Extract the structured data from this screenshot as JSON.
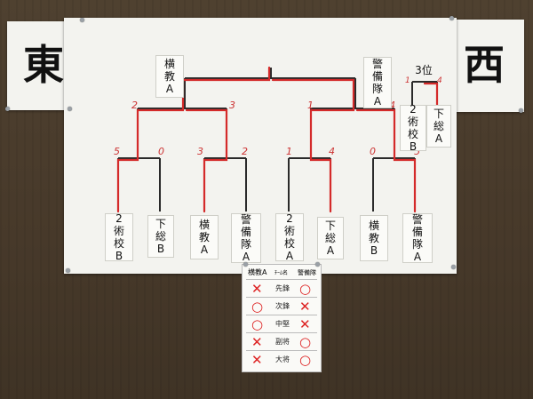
{
  "panels": {
    "east": "東",
    "west": "西"
  },
  "third_place": {
    "title": "3位",
    "left_score": "1",
    "right_score": "4",
    "team1": [
      "2",
      "術",
      "校",
      "B"
    ],
    "team2": [
      "下",
      "総",
      "A"
    ]
  },
  "final_teams": {
    "left": [
      "横",
      "教",
      "A"
    ],
    "right": [
      "警",
      "備",
      "隊",
      "A"
    ]
  },
  "semi_scores": [
    "2",
    "3",
    "1",
    "4"
  ],
  "quarter_scores": [
    "5",
    "0",
    "3",
    "2",
    "1",
    "4",
    "0",
    "5"
  ],
  "teams": [
    [
      "2",
      "術",
      "校",
      "B"
    ],
    [
      "下",
      "総",
      "B"
    ],
    [
      "横",
      "教",
      "A"
    ],
    [
      "警",
      "備",
      "隊",
      "A"
    ],
    [
      "2",
      "術",
      "校",
      "A"
    ],
    [
      "下",
      "総",
      "A"
    ],
    [
      "横",
      "教",
      "B"
    ],
    [
      "警",
      "備",
      "隊",
      "A"
    ]
  ],
  "result_table": {
    "left_team": "横教A",
    "middle_header": "ﾁｰﾑ名",
    "right_team": "警備隊",
    "rows": [
      {
        "position": "先鋒",
        "left": "✕",
        "right": "○"
      },
      {
        "position": "次鋒",
        "left": "○",
        "right": "✕"
      },
      {
        "position": "中堅",
        "left": "○",
        "right": "✕"
      },
      {
        "position": "副将",
        "left": "✕",
        "right": "○"
      },
      {
        "position": "大将",
        "left": "✕",
        "right": "○"
      }
    ]
  },
  "colors": {
    "bracket_line": "#2a2a2a",
    "winner_line": "#d42a2a"
  }
}
